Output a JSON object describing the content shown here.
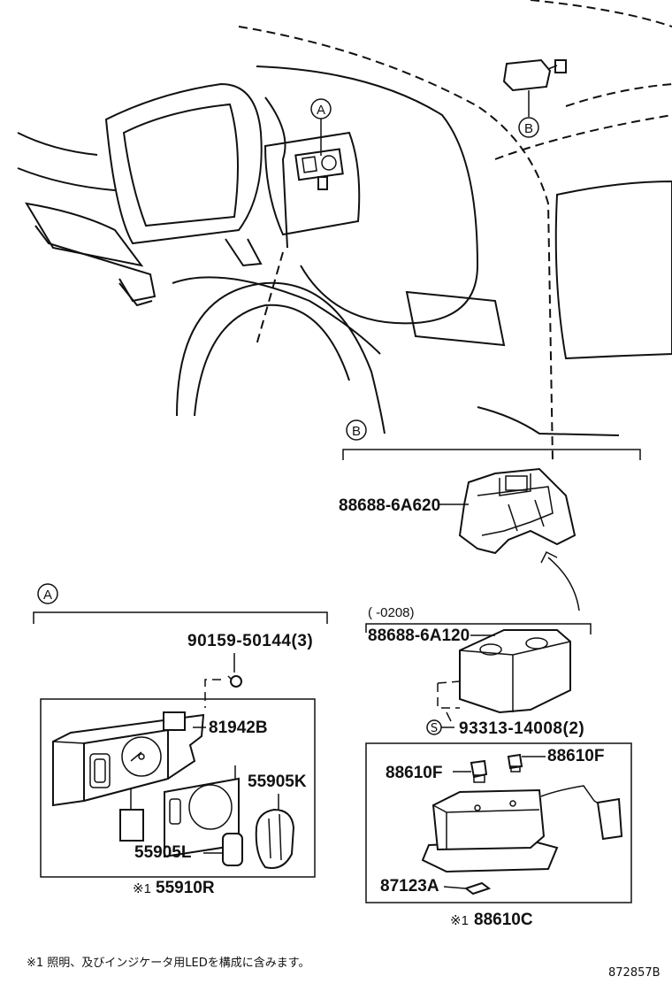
{
  "callouts": {
    "a_top": "A",
    "b_top": "B",
    "b_section": "B",
    "a_section": "A",
    "s_marker": "S"
  },
  "parts": {
    "p88688_6a620": "88688-6A620",
    "range_0208": "(   -0208)",
    "p88688_6a120": "88688-6A120",
    "p93313_14008": "93313-14008(2)",
    "p88610f_left": "88610F",
    "p88610f_right": "88610F",
    "p87123a": "87123A",
    "p88610c": "88610C",
    "p88610c_mark": "※1",
    "p90159_50144": "90159-50144(3)",
    "p81942b": "81942B",
    "p55905k": "55905K",
    "p55905l": "55905L",
    "p55910r": "55910R",
    "p55910r_mark": "※1"
  },
  "footnote": "※1 照明、及びインジケータ用LEDを構成に含みます。",
  "diagram_code": "872857B"
}
